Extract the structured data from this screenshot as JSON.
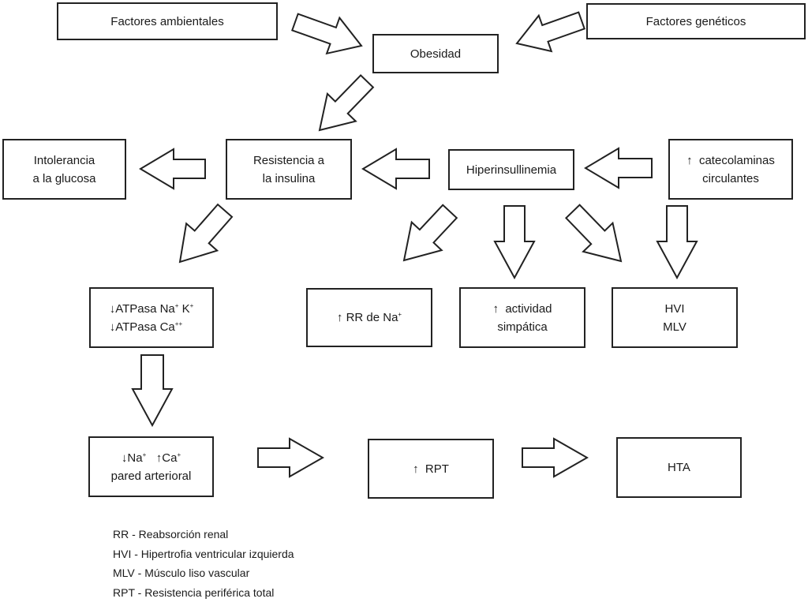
{
  "nodes": {
    "factores_ambientales": {
      "label": "Factores ambientales"
    },
    "factores_geneticos": {
      "label": "Factores genéticos"
    },
    "obesidad": {
      "label": "Obesidad"
    },
    "intolerancia_glucosa": {
      "line1": "Intolerancia",
      "line2": "a la glucosa"
    },
    "resistencia_insulina": {
      "line1": "Resistencia a",
      "line2": "la insulina"
    },
    "hiperinsulinemia": {
      "label": "Hiperinsullinemia"
    },
    "catecolaminas": {
      "arrow": "↑",
      "line1": "catecolaminas",
      "line2": "circulantes"
    },
    "atpasa": {
      "arrow1": "↓",
      "line1_text": "ATPasa Na",
      "line1_sup1": "+",
      "line1_mid": "K",
      "line1_sup2": "+",
      "arrow2": "↓",
      "line2_text": "ATPasa Ca",
      "line2_sup": "++"
    },
    "rr_na": {
      "arrow": "↑",
      "text": "RR de Na",
      "sup": "+"
    },
    "actividad_simpatica": {
      "arrow": "↑",
      "line1": "actividad",
      "line2": "simpática"
    },
    "hvi_mlv": {
      "line1": "HVI",
      "line2": "MLV"
    },
    "na_ca_pared": {
      "arrow1": "↓",
      "text1": "Na",
      "sup1": "+",
      "arrow2": "↑",
      "text2": "Ca",
      "sup2": "+",
      "line2": "pared arterioral"
    },
    "rpt": {
      "arrow": "↑",
      "text": "RPT"
    },
    "hta": {
      "label": "HTA"
    }
  },
  "legend": [
    "RR - Reabsorción renal",
    "HVI - Hipertrofia ventricular izquierda",
    "MLV - Músculo liso vascular",
    "RPT - Resistencia periférica total"
  ]
}
